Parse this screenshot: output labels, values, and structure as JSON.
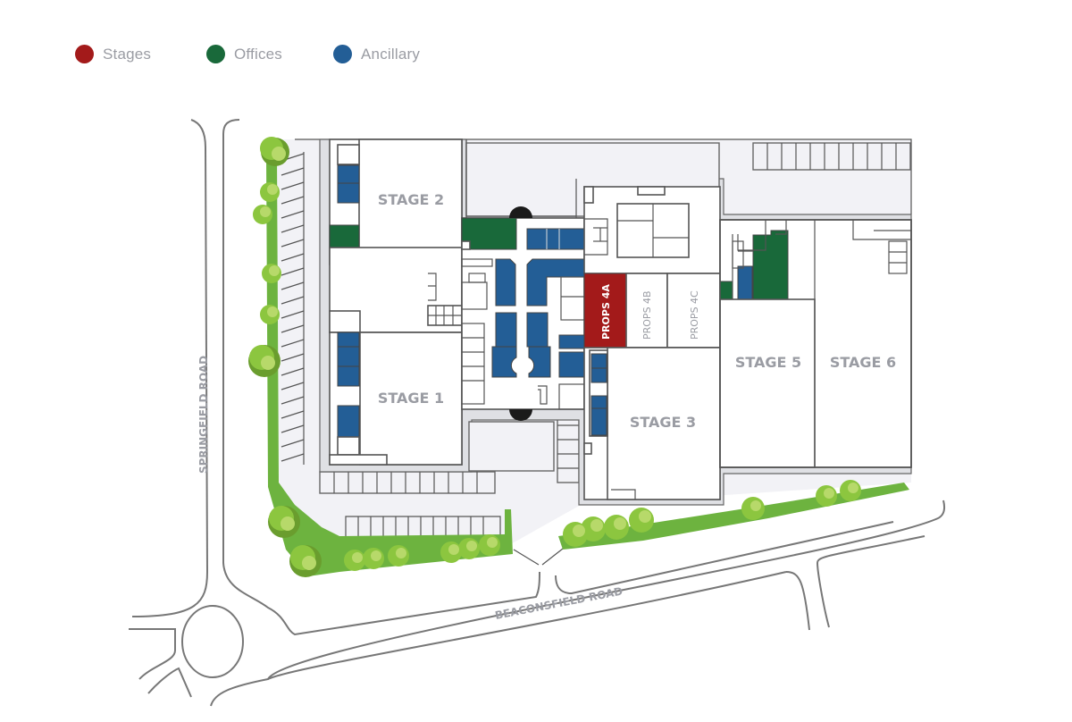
{
  "legend": {
    "items": [
      {
        "label": "Stages",
        "color": "#a31a1a",
        "icon": "red-circle-icon"
      },
      {
        "label": "Offices",
        "color": "#19693a",
        "icon": "green-circle-icon"
      },
      {
        "label": "Ancillary",
        "color": "#235e96",
        "icon": "blue-circle-icon"
      }
    ]
  },
  "buildings": {
    "stage_1": "STAGE 1",
    "stage_2": "STAGE 2",
    "stage_3": "STAGE 3",
    "stage_5": "STAGE 5",
    "stage_6": "STAGE 6",
    "props_4a": "PROPS 4A",
    "props_4b": "PROPS 4B",
    "props_4c": "PROPS 4C"
  },
  "roads": {
    "springfield": "SPRINGFIELD ROAD",
    "beaconsfield": "BEACONSFIELD ROAD"
  },
  "colors": {
    "stages": "#a31a1a",
    "offices": "#19693a",
    "ancillary": "#235e96",
    "label_gray": "#9a9ca3",
    "greenery": "#6db33f"
  }
}
